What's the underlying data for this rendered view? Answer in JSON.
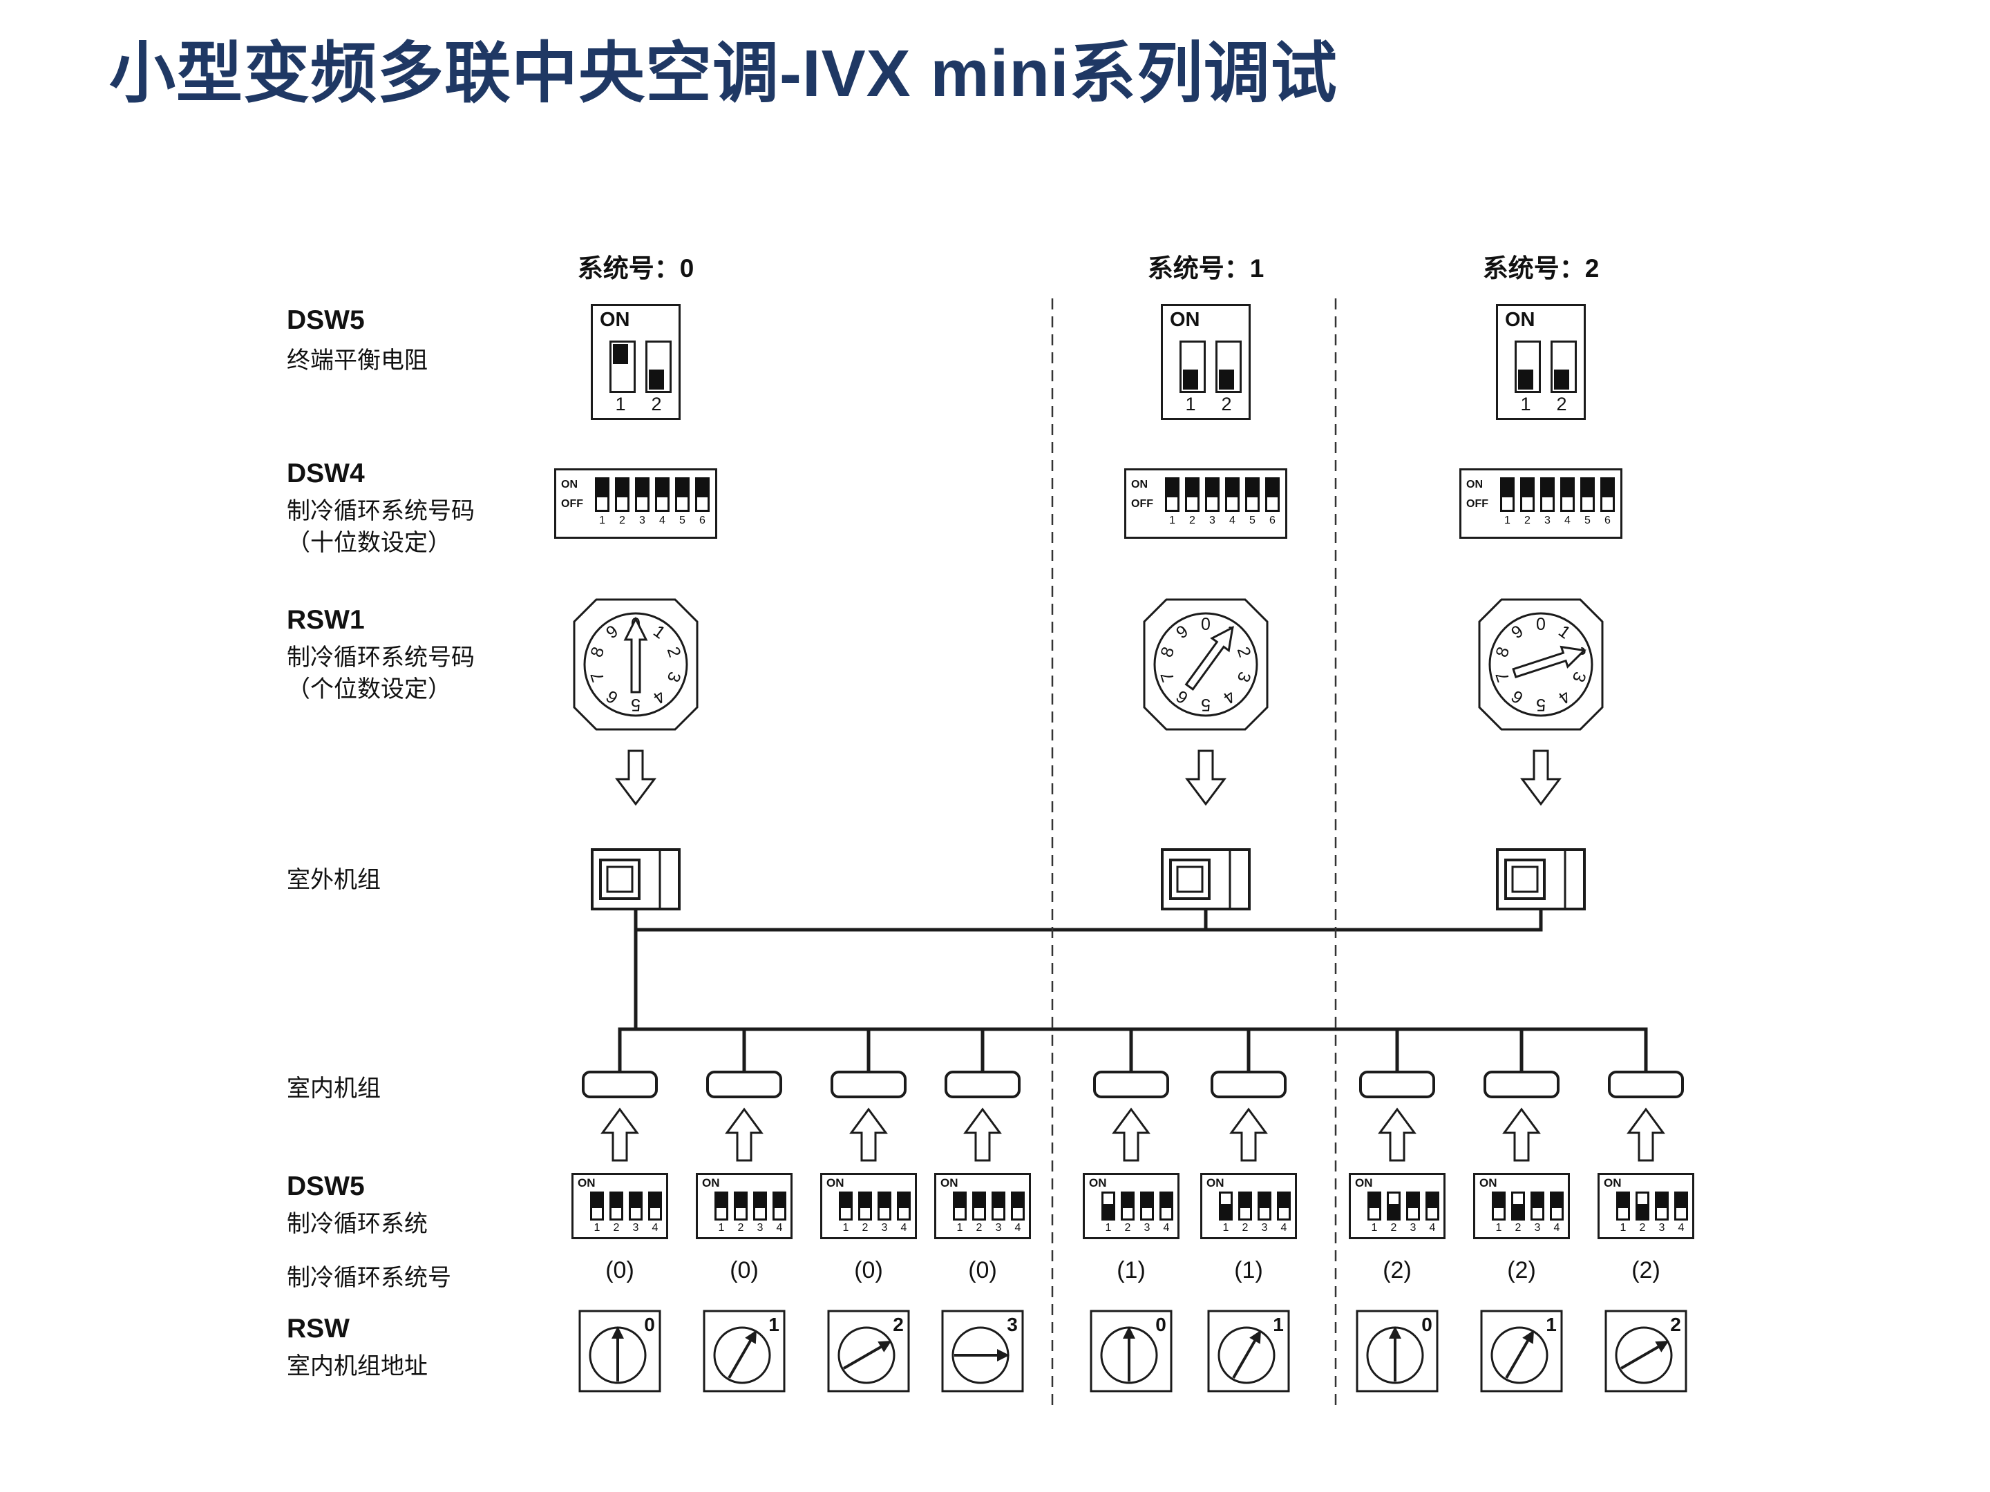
{
  "title": "小型变频多联中央空调-IVX mini系列调试",
  "colors": {
    "title": "#1f3864",
    "ink": "#1b1b1b"
  },
  "row_labels": {
    "dsw5_top_name": "DSW5",
    "dsw5_top_desc": "终端平衡电阻",
    "dsw4_name": "DSW4",
    "dsw4_desc1": "制冷循环系统号码",
    "dsw4_desc2": "（十位数设定）",
    "rsw1_name": "RSW1",
    "rsw1_desc1": "制冷循环系统号码",
    "rsw1_desc2": "（个位数设定）",
    "outdoor_unit": "室外机组",
    "indoor_unit": "室内机组",
    "dsw5_bottom_name": "DSW5",
    "dsw5_bottom_desc": "制冷循环系统",
    "cycle_number": "制冷循环系统号",
    "rsw_name": "RSW",
    "rsw_desc": "室内机组地址"
  },
  "switch_labels": {
    "on": "ON",
    "off": "OFF",
    "dsw5_top_pins": [
      "1",
      "2"
    ],
    "dsw4_pins": [
      "1",
      "2",
      "3",
      "4",
      "5",
      "6"
    ],
    "dsw5_indoor_pins": [
      "1",
      "2",
      "3",
      "4"
    ],
    "rotary_numbers": [
      "0",
      "1",
      "2",
      "3",
      "4",
      "5",
      "6",
      "7",
      "8",
      "9"
    ]
  },
  "systems": [
    {
      "header": "系统号：0",
      "dsw5_top": [
        true,
        false
      ],
      "dsw4": [
        false,
        false,
        false,
        false,
        false,
        false
      ],
      "rsw1_value": 0
    },
    {
      "header": "系统号：1",
      "dsw5_top": [
        false,
        false
      ],
      "dsw4": [
        false,
        false,
        false,
        false,
        false,
        false
      ],
      "rsw1_value": 1
    },
    {
      "header": "系统号：2",
      "dsw5_top": [
        false,
        false
      ],
      "dsw4": [
        false,
        false,
        false,
        false,
        false,
        false
      ],
      "rsw1_value": 2
    }
  ],
  "indoor_units": [
    {
      "cycle": "(0)",
      "dsw5": [
        false,
        false,
        false,
        false
      ],
      "rsw_value": 0
    },
    {
      "cycle": "(0)",
      "dsw5": [
        false,
        false,
        false,
        false
      ],
      "rsw_value": 1
    },
    {
      "cycle": "(0)",
      "dsw5": [
        false,
        false,
        false,
        false
      ],
      "rsw_value": 2
    },
    {
      "cycle": "(0)",
      "dsw5": [
        false,
        false,
        false,
        false
      ],
      "rsw_value": 3
    },
    {
      "cycle": "(1)",
      "dsw5": [
        true,
        false,
        false,
        false
      ],
      "rsw_value": 0
    },
    {
      "cycle": "(1)",
      "dsw5": [
        true,
        false,
        false,
        false
      ],
      "rsw_value": 1
    },
    {
      "cycle": "(2)",
      "dsw5": [
        false,
        true,
        false,
        false
      ],
      "rsw_value": 0
    },
    {
      "cycle": "(2)",
      "dsw5": [
        false,
        true,
        false,
        false
      ],
      "rsw_value": 1
    },
    {
      "cycle": "(2)",
      "dsw5": [
        false,
        true,
        false,
        false
      ],
      "rsw_value": 2
    }
  ]
}
